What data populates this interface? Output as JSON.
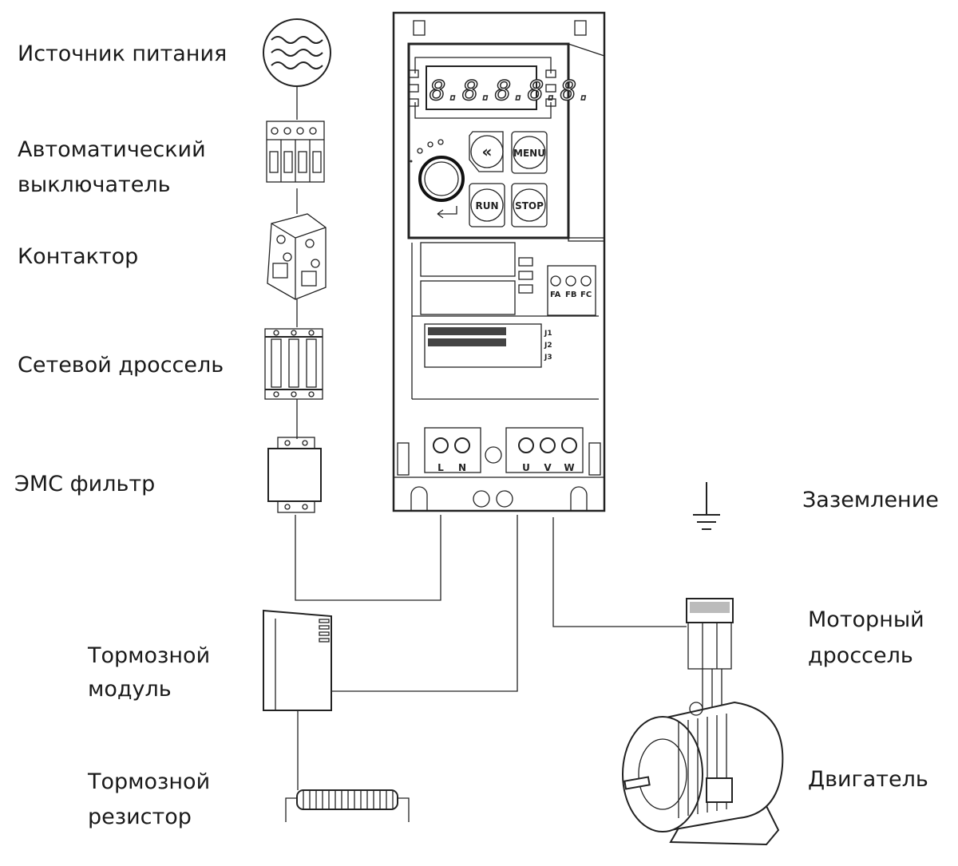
{
  "labels": {
    "power_source": "Источник питания",
    "breaker": [
      "Автоматический",
      "выключатель"
    ],
    "contactor": "Контактор",
    "line_reactor": "Сетевой дроссель",
    "emc_filter": "ЭМС фильтр",
    "grounding": "Заземление",
    "motor_reactor": [
      "Моторный",
      "дроссель"
    ],
    "brake_module": [
      "Тормозной",
      "модуль"
    ],
    "brake_resistor": [
      "Тормозной",
      "резистор"
    ],
    "motor": "Двигатель"
  },
  "inverter": {
    "display": "8.8.8.8.8.",
    "buttons": {
      "back": "«",
      "menu": "MENU",
      "run": "RUN",
      "stop": "STOP"
    },
    "enter_icon": "enter-arrow-icon",
    "input_terminals": [
      "L",
      "N"
    ],
    "output_terminals": [
      "U",
      "V",
      "W"
    ],
    "relay_terminals": [
      "FA",
      "FB",
      "FC"
    ],
    "jumpers": [
      "J1",
      "J2",
      "J3"
    ]
  }
}
